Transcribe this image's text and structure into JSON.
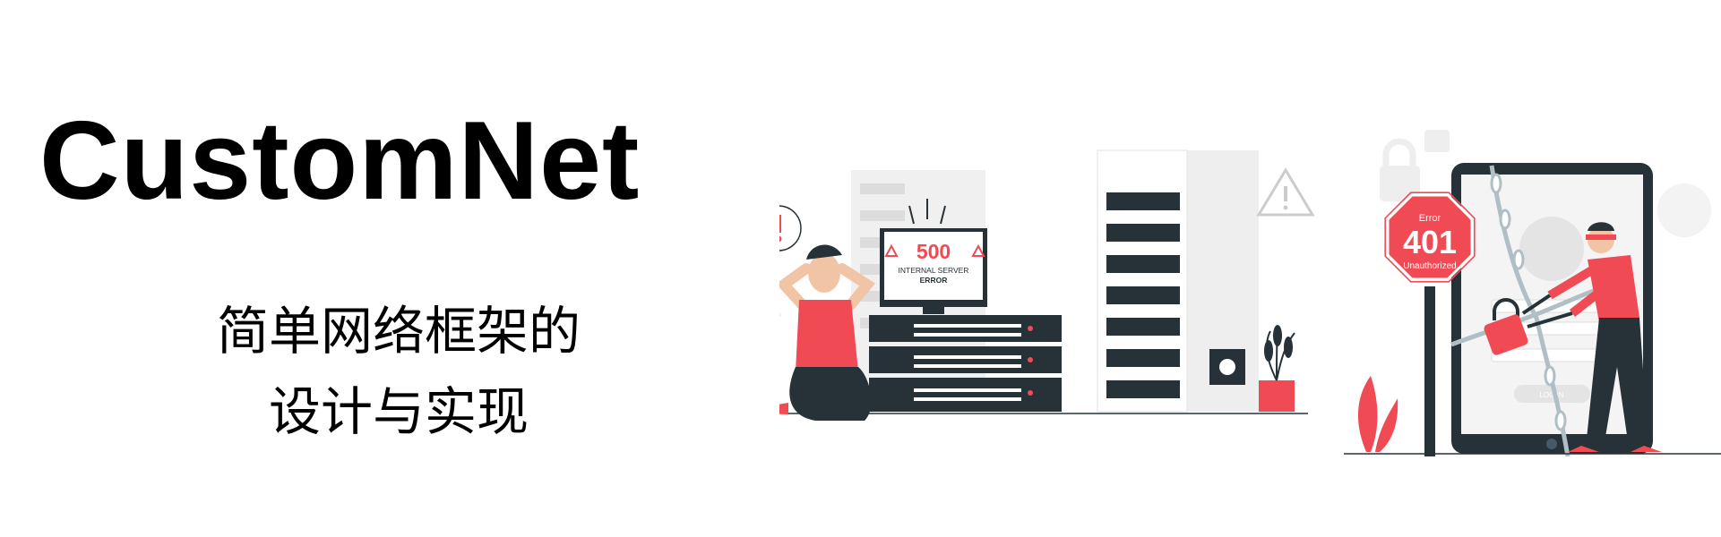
{
  "banner": {
    "title": "CustomNet",
    "subtitle_line1": "简单网络框架的",
    "subtitle_line2": "设计与实现"
  },
  "illustration_500": {
    "code": "500",
    "line1": "INTERNAL SERVER",
    "line2": "ERROR"
  },
  "illustration_401": {
    "word": "Error",
    "code": "401",
    "label": "Unauthorized",
    "button": "LOG IN"
  },
  "colors": {
    "accent": "#f04b55",
    "dark": "#263238",
    "grey": "#e0e0e0"
  }
}
